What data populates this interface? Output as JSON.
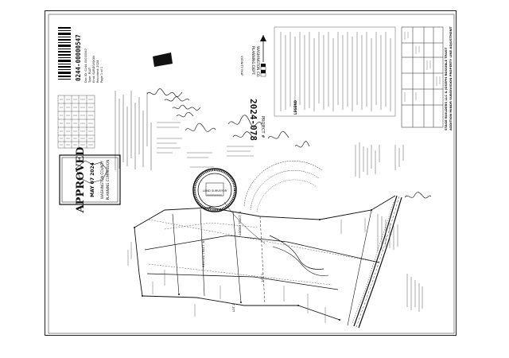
{
  "recording": {
    "barcode_number": "0244-00000547",
    "lines": [
      "Doc ID: 0244-00000547",
      "Type: PLAT",
      "Kind: SUBDIVISION",
      "Recorded: 2024",
      "Page 1 of 1"
    ]
  },
  "stamp": {
    "word": "APPROVED",
    "date": "MAY 07 2024",
    "line1": "WASHINGTON COUNTY",
    "line2": "PLANNING COMMISSION"
  },
  "plat": {
    "project_label": "PROJECT #",
    "number": "2024-078",
    "vicinity_label": "VICINITY MAP",
    "planning_dept": [
      "WASHINGTON CO.",
      "PLANNING DEPT."
    ],
    "title_block": [
      "STAGE BUILDERS LLC & JOSEPH ROSSIBLE TRUST",
      "ADDITION MINOR SUBDIVISION PROPERTY LINE ADJUSTMENT",
      "LEGEND"
    ],
    "seal_text": "LAND SURVEYOR"
  },
  "lots": [
    {
      "label": "ADDED TRACT 'A'"
    },
    {
      "label": "REVISED TRACT 'B'"
    },
    {
      "label": "LOT 1"
    },
    {
      "label": "LOT 2"
    }
  ]
}
